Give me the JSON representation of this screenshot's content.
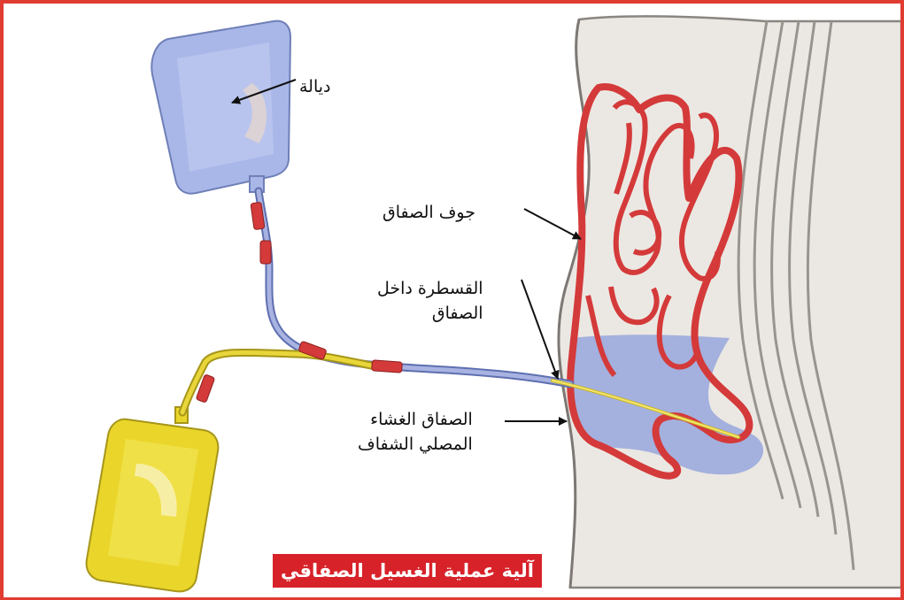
{
  "labels": {
    "dialysate": "ديالة",
    "peritoneal_cavity": "جوف الصفاق",
    "catheter_line1": "القسطرة داخل",
    "catheter_line2": "الصفاق",
    "membrane_line1": "الصفاق الغشاء",
    "membrane_line2": "المصلي الشفاف"
  },
  "caption": "آلية عملية الغسيل الصفاقي",
  "colors": {
    "frame_border": "#e03c31",
    "caption_bg": "#d7222a",
    "peritoneum": "#d43a3a",
    "dialysate_fluid": "#8fa0dc",
    "drain_bag": "#ead52a",
    "body_tissue": "#ebe8e3",
    "catheter_fill_tube": "#a8b3e2",
    "catheter_drain_tube": "#e8d63a"
  }
}
